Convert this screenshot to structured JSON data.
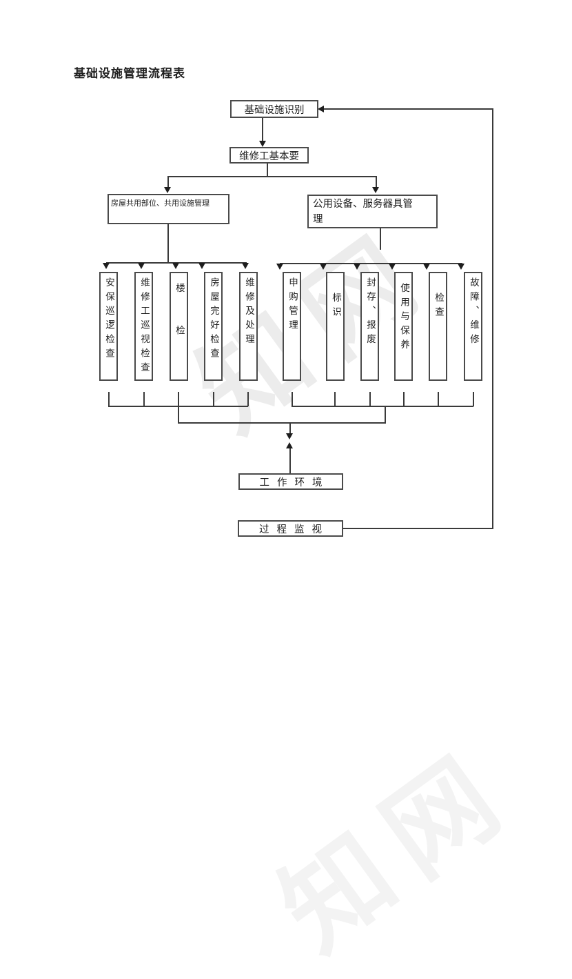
{
  "page": {
    "title": "基础设施管理流程表"
  },
  "watermark": {
    "text": "知网"
  },
  "nodes": {
    "n1": {
      "label": "基础设施识别"
    },
    "n2": {
      "label": "维修工基本要"
    },
    "n3": {
      "label": "房屋共用部位、共用设施管理"
    },
    "n4": {
      "line1": "公用设备、服务器具管",
      "line2": "理"
    },
    "n5": {
      "label": "工作环境"
    },
    "n6": {
      "label": "过程监视"
    }
  },
  "left_columns": [
    {
      "label": "安保巡逻检查"
    },
    {
      "label": "维修工巡视检查"
    },
    {
      "label": "楼　　检"
    },
    {
      "label": "房屋完好检查"
    },
    {
      "label": "维修及处理"
    }
  ],
  "right_columns": [
    {
      "label": "申购管理"
    },
    {
      "label": "标识"
    },
    {
      "label": "封存、报废"
    },
    {
      "label": "使用与保养"
    },
    {
      "label": "检查"
    },
    {
      "label": "故障、维修"
    }
  ]
}
